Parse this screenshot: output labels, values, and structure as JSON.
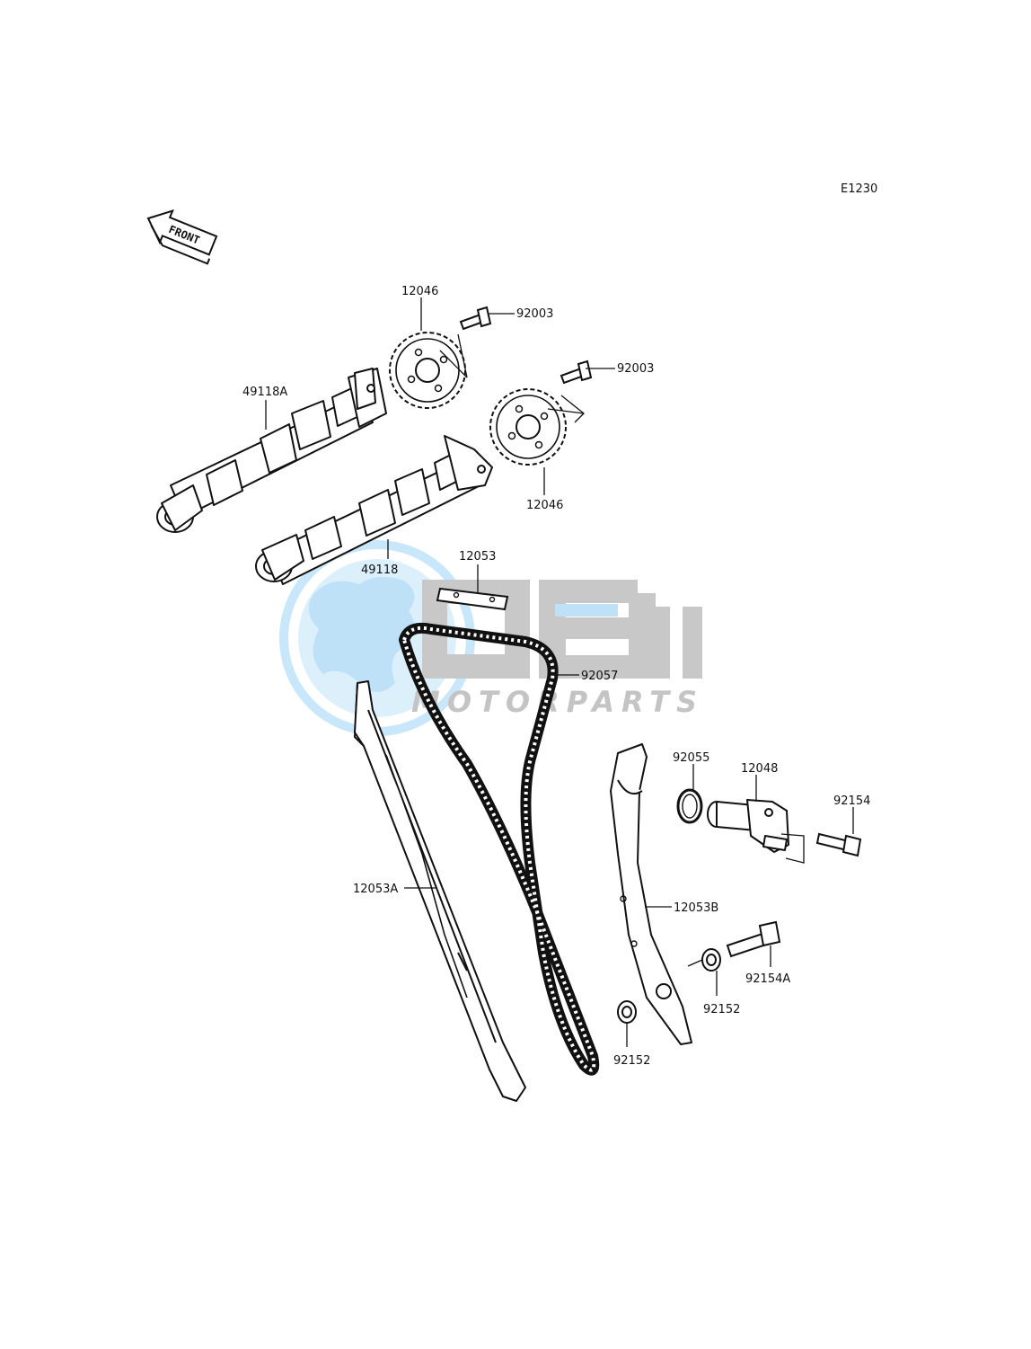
{
  "diagram_code": "E1230",
  "front_badge": "FRONT",
  "watermark": {
    "brand": "OEM",
    "subtitle": "MOTORPARTS"
  },
  "parts": {
    "sprocket_upper": "12046",
    "bolt_upper": "92003",
    "bolt_lower": "92003",
    "camshaft_a": "49118A",
    "sprocket_lower": "12046",
    "camshaft_b": "49118",
    "guide_top": "12053",
    "chain": "92057",
    "o_ring": "92055",
    "tensioner": "12048",
    "tensioner_bolt": "92154",
    "guide_front": "12053A",
    "guide_rear": "12053B",
    "pivot_bolt": "92154A",
    "collar_upper": "92152",
    "collar_lower": "92152"
  },
  "colors": {
    "line": "#111111",
    "watermark_blue": "#bfe1f7",
    "watermark_gray": "#c4c4c4"
  }
}
